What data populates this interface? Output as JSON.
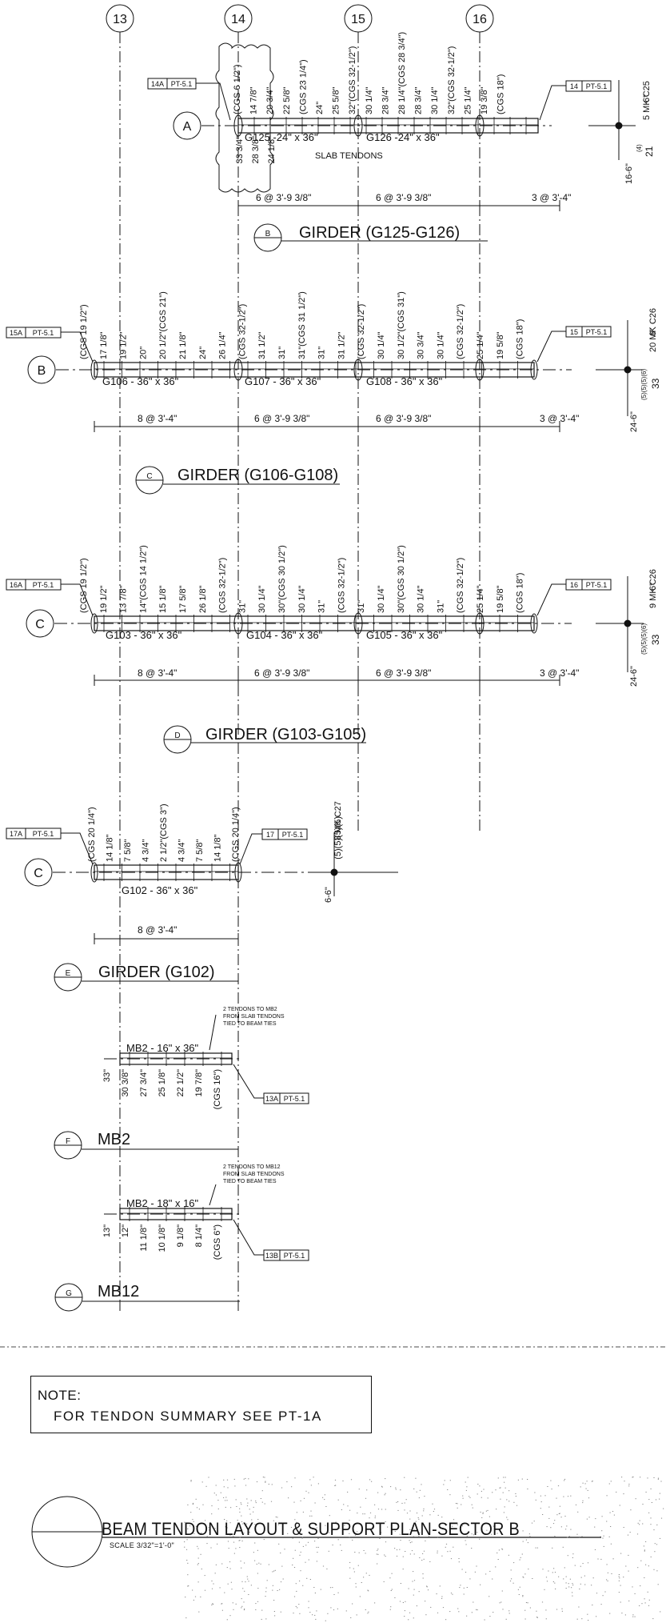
{
  "grid_lines": [
    "13",
    "14",
    "15",
    "16"
  ],
  "girders": [
    {
      "row_label": "A",
      "section_mark": "B",
      "title": "GIRDER (G125-G126)",
      "spans": [
        "G125 -24\" x 36\"",
        "G126 -24\" x 36\""
      ],
      "left_tag": {
        "num": "14A",
        "sheet": "PT-5.1"
      },
      "right_tag": {
        "num": "14",
        "sheet": "PT-5.1"
      },
      "spacing": [
        "6 @ 3'-9 3/8\"",
        "6 @ 3'-9 3/8\"",
        "3 @ 3'-4\""
      ],
      "heights_top": [
        "(CGS 6 1/2\")",
        "14 7/8\"",
        "20 3/4\"",
        "22 5/8\"",
        "(CGS 23 1/4\")",
        "24\"",
        "25 5/8\"",
        "32\"(CGS 32-1/2\")",
        "30 1/4\"",
        "28 3/4\"",
        "28 1/4\"(CGS 28 3/4\")",
        "28 3/4\"",
        "30 1/4\"",
        "32\"(CGS 32-1/2\")",
        "25 1/4\"",
        "19 3/8\"",
        "(CGS 18\")"
      ],
      "heights_bottom": [
        "33 3/4\"",
        "28 3/8\"",
        "24 1/8\""
      ],
      "note": "SLAB TENDONS",
      "side": [
        "16-6\"",
        "5 MK C25",
        "6\"",
        "(4)",
        "21"
      ]
    },
    {
      "row_label": "B",
      "section_mark": "C",
      "title": "GIRDER (G106-G108)",
      "spans": [
        "G106 - 36\" x 36\"",
        "G107 - 36\" x 36\"",
        "G108 - 36\" x 36\""
      ],
      "left_tag": {
        "num": "15A",
        "sheet": "PT-5.1"
      },
      "right_tag": {
        "num": "15",
        "sheet": "PT-5.1"
      },
      "spacing": [
        "8 @ 3'-4\"",
        "6 @ 3'-9 3/8\"",
        "6 @ 3'-9 3/8\"",
        "3 @ 3'-4\""
      ],
      "heights_top": [
        "(CGS 19 1/2\")",
        "17 1/8\"",
        "19 1/2\"",
        "20\"",
        "20 1/2\"(CGS 21\")",
        "21 1/8\"",
        "24\"",
        "26 1/4\"",
        "(CGS 32-1/2\")",
        "31 1/2\"",
        "31\"",
        "31\"(CGS 31 1/2\")",
        "31\"",
        "31 1/2\"",
        "(CGS 32-1/2\")",
        "30 1/4\"",
        "30 1/2\"(CGS 31\")",
        "30 3/4\"",
        "30 1/4\"",
        "(CGS 32-1/2\")",
        "25 1/4\"",
        "19 5/8\"",
        "(CGS 18\")"
      ],
      "side": [
        "24-6\"",
        "20 MK C26",
        "6\"",
        "(5)(5)(5)(6)",
        "33"
      ]
    },
    {
      "row_label": "C",
      "section_mark": "D",
      "title": "GIRDER (G103-G105)",
      "spans": [
        "G103 - 36\" x 36\"",
        "G104 - 36\" x 36\"",
        "G105 - 36\" x 36\""
      ],
      "left_tag": {
        "num": "16A",
        "sheet": "PT-5.1"
      },
      "right_tag": {
        "num": "16",
        "sheet": "PT-5.1"
      },
      "spacing": [
        "8 @ 3'-4\"",
        "6 @ 3'-9 3/8\"",
        "6 @ 3'-9 3/8\"",
        "3 @ 3'-4\""
      ],
      "heights_top": [
        "(CGS 19 1/2\")",
        "19 1/2\"",
        "13 7/8\"",
        "14\"(CGS 14 1/2\")",
        "15 1/8\"",
        "17 5/8\"",
        "26 1/8\"",
        "(CGS 32-1/2\")",
        "31\"",
        "30 1/4\"",
        "30\"(CGS 30 1/2\")",
        "30 1/4\"",
        "31\"",
        "(CGS 32-1/2\")",
        "31\"",
        "30 1/4\"",
        "30\"(CGS 30 1/2\")",
        "30 1/4\"",
        "31\"",
        "(CGS 32-1/2\")",
        "25 1/4\"",
        "19 5/8\"",
        "(CGS 18\")"
      ],
      "side": [
        "24-6\"",
        "9 MK C26",
        "6\"",
        "(5)(5)(5)(6)",
        "33"
      ]
    },
    {
      "row_label": "C",
      "section_mark": "E",
      "title": "GIRDER (G102)",
      "spans": [
        "G102 - 36\" x 36\""
      ],
      "left_tag": {
        "num": "17A",
        "sheet": "PT-5.1"
      },
      "right_tag": {
        "num": "17",
        "sheet": "PT-5.1"
      },
      "spacing": [
        "8 @ 3'-4\""
      ],
      "heights_top": [
        "(CGS 20 1/4\")",
        "14 1/8\"",
        "7 5/8\"",
        "4 3/4\"",
        "2 1/2\"(CGS 3\")",
        "4 3/4\"",
        "7 5/8\"",
        "14 1/8\"",
        "(CGS 20 1/4\")"
      ],
      "side": [
        "6-6\"",
        "8 MK C27",
        "(5)(5)(5)(5)"
      ]
    },
    {
      "row_label": "",
      "section_mark": "F",
      "title": "MB2",
      "spans": [
        "MB2 - 16\" x 36\""
      ],
      "right_tag": {
        "num": "13A",
        "sheet": "PT-5.1"
      },
      "heights_bottom": [
        "33\"",
        "30 3/8\"",
        "27 3/4\"",
        "25 1/8\"",
        "22 1/2\"",
        "19 7/8\"",
        "(CGS 16\")"
      ],
      "note": [
        "2 TENDONS TO MB2",
        "FROM SLAB TENDONS",
        "TIED TO BEAM TIES"
      ]
    },
    {
      "row_label": "",
      "section_mark": "G",
      "title": "MB12",
      "spans": [
        "MB2 - 18\" x 16\""
      ],
      "right_tag": {
        "num": "13B",
        "sheet": "PT-5.1"
      },
      "heights_bottom": [
        "13\"",
        "12\"",
        "11 1/8\"",
        "10 1/8\"",
        "9 1/8\"",
        "8 1/4\"",
        "(CGS 6\")"
      ],
      "note": [
        "2 TENDONS TO MB12",
        "FROM SLAB TENDONS",
        "TIED TO BEAM TIES"
      ]
    }
  ],
  "note": {
    "title": "NOTE:",
    "text": "FOR TENDON SUMMARY SEE PT-1A"
  },
  "plan": {
    "title": "BEAM TENDON LAYOUT & SUPPORT PLAN-SECTOR B",
    "scale": "SCALE 3/32\"=1'-0\""
  }
}
